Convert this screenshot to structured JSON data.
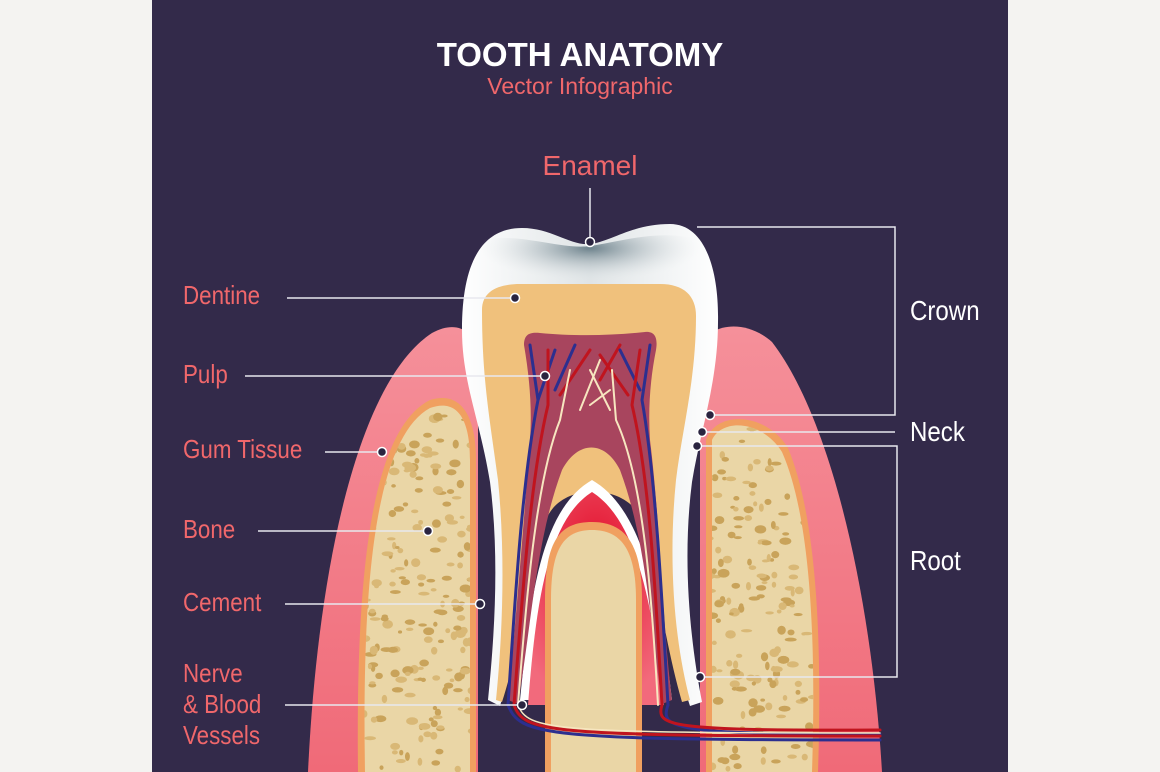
{
  "title": "TOOTH ANATOMY",
  "subtitle": "Vector Infographic",
  "colors": {
    "background": "#332a4a",
    "label": "#f0676b",
    "section_label": "#ffffff",
    "gum": "#f27b86",
    "bone": "#ead6a6",
    "dentine": "#f0c17c",
    "pulp": "#a8455e",
    "artery": "#c0141e",
    "vein": "#2c2f8f",
    "nerve": "#f7e6c0"
  },
  "labels": {
    "enamel": "Enamel",
    "dentine": "Dentine",
    "pulp": "Pulp",
    "gum_tissue": "Gum Tissue",
    "bone": "Bone",
    "cement": "Cement",
    "nerve_lines": [
      "Nerve",
      "& Blood",
      "Vessels"
    ]
  },
  "sections": {
    "crown": "Crown",
    "neck": "Neck",
    "root": "Root"
  }
}
